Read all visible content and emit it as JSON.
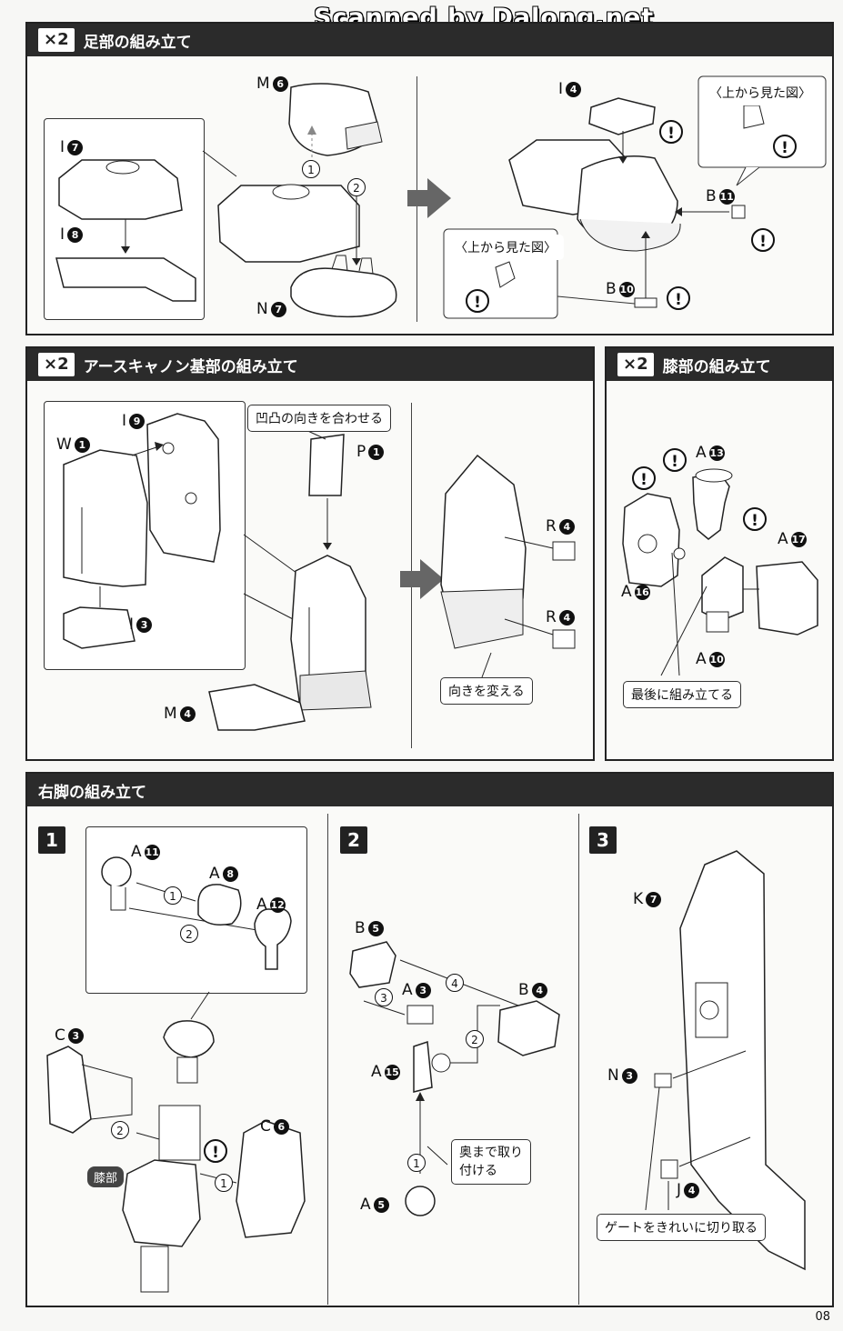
{
  "watermark": "Scanned by Dalong.net",
  "page_number": "08",
  "section_foot": {
    "multiplier": "×2",
    "title": "足部の組み立て",
    "labels": {
      "m6": "M",
      "i7": "I",
      "i8": "I",
      "n7": "N",
      "i4": "I",
      "b11": "B",
      "b10": "B"
    },
    "nums": {
      "m6": "6",
      "i7": "7",
      "i8": "8",
      "n7": "7",
      "i4": "4",
      "b11": "11",
      "b10": "10"
    },
    "step_a": "1",
    "step_b": "2",
    "top_view_note_1": "〈上から見た図〉",
    "top_view_note_2": "〈上から見た図〉",
    "warn": "!"
  },
  "section_cannon": {
    "multiplier": "×2",
    "title": "アースキャノン基部の組み立て",
    "labels": {
      "w1": "W",
      "i9": "I",
      "i3": "I",
      "p1": "P",
      "m4": "M",
      "r4a": "R",
      "r4b": "R"
    },
    "nums": {
      "w1": "1",
      "i9": "9",
      "i3": "3",
      "p1": "1",
      "m4": "4",
      "r4a": "4",
      "r4b": "4"
    },
    "note_align": "凹凸の向きを合わせる",
    "note_turn": "向きを変える"
  },
  "section_knee": {
    "multiplier": "×2",
    "title": "膝部の組み立て",
    "labels": {
      "a13": "A",
      "a17": "A",
      "a16": "A",
      "a10": "A"
    },
    "nums": {
      "a13": "13",
      "a17": "17",
      "a16": "16",
      "a10": "10"
    },
    "note_last": "最後に組み立てる"
  },
  "section_right_leg": {
    "title": "右脚の組み立て",
    "steps": [
      "1",
      "2",
      "3"
    ],
    "step1": {
      "labels": {
        "a11": "A",
        "a8": "A",
        "a12": "A",
        "c3": "C",
        "c6": "C"
      },
      "nums": {
        "a11": "11",
        "a8": "8",
        "a12": "12",
        "c3": "3",
        "c6": "6"
      },
      "knee_badge": "膝部"
    },
    "step2": {
      "labels": {
        "b5": "B",
        "a3": "A",
        "b4": "B",
        "a15": "A",
        "a5": "A"
      },
      "nums": {
        "b5": "5",
        "a3": "3",
        "b4": "4",
        "a15": "15",
        "a5": "5"
      },
      "note_push_line1": "奥まで取り",
      "note_push_line2": "付ける",
      "order": [
        "1",
        "2",
        "3",
        "4"
      ]
    },
    "step3": {
      "labels": {
        "k7": "K",
        "n3": "N",
        "j4": "J"
      },
      "nums": {
        "k7": "7",
        "n3": "3",
        "j4": "4"
      },
      "note_gate": "ゲートをきれいに切り取る"
    }
  }
}
